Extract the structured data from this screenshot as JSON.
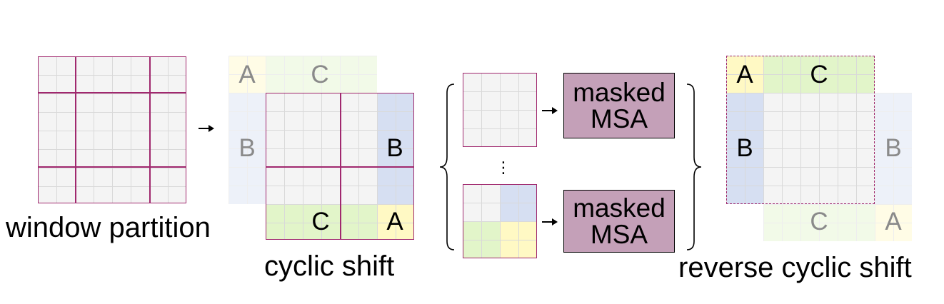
{
  "panels": {
    "window_partition": {
      "caption": "window partition"
    },
    "cyclic_shift": {
      "caption": "cyclic shift",
      "label_a": "A",
      "label_b": "B",
      "label_c": "C",
      "ghost_a": "A",
      "ghost_b": "B",
      "ghost_c": "C"
    },
    "masked_msa": {
      "box_top": [
        "masked",
        "MSA"
      ],
      "box_bottom": [
        "masked",
        "MSA"
      ],
      "ellipsis": "⋮"
    },
    "reverse_cyclic_shift": {
      "caption": "reverse cyclic shift",
      "label_a": "A",
      "label_b": "B",
      "label_c": "C",
      "ghost_a": "A",
      "ghost_b": "B",
      "ghost_c": "C"
    }
  },
  "colors": {
    "window_border": "#a0286e",
    "grid_base": "#f4f4f4",
    "region_a": "#fff9c4",
    "region_b": "#d6dff2",
    "region_c": "#e2f5c9",
    "msa_fill": "#c4a0b8"
  }
}
